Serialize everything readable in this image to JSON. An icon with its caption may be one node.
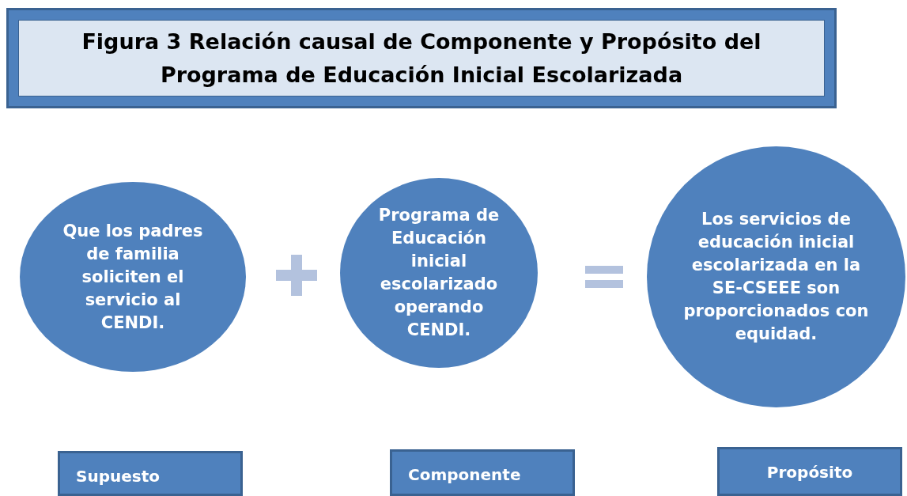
{
  "diagram": {
    "title": "Figura 3 Relación causal de Componente y Propósito del Programa de Educación Inicial Escolarizada",
    "nodes": [
      {
        "text": [
          "Que los padres de familia soliciten el servicio al CENDI."
        ]
      },
      {
        "text": [
          "Programa de Educación inicial escolarizado operando CENDI."
        ]
      },
      {
        "text": [
          "Los servicios de educación inicial escolarizada en la SE-CSEEE son proporcionados con equidad."
        ]
      },
      {
        "text": [
          "Supuesto"
        ]
      },
      {
        "text": [
          "Componente"
        ]
      },
      {
        "text": [
          "Propósito"
        ]
      }
    ],
    "edges": []
  }
}
